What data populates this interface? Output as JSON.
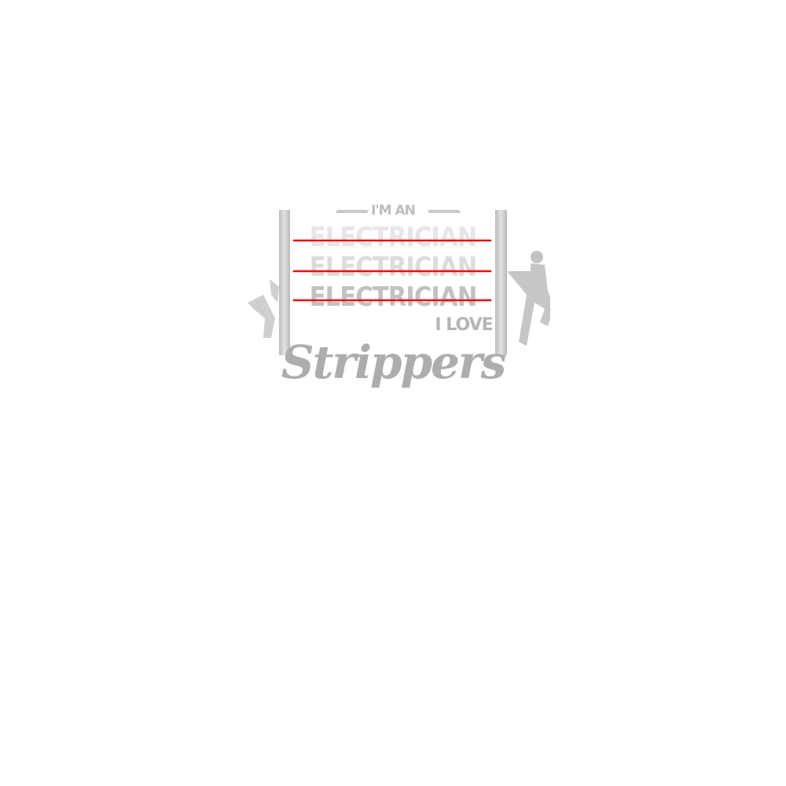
{
  "design": {
    "line1": "I'M AN",
    "crossed_lines": [
      "ELECTRICIAN",
      "ELECTRICIAN",
      "ELECTRICIAN"
    ],
    "line_love": "I LOVE",
    "line_strippers": "Strippers",
    "colors": {
      "metal": "#c0c0c0",
      "strike": "#e01010"
    }
  }
}
